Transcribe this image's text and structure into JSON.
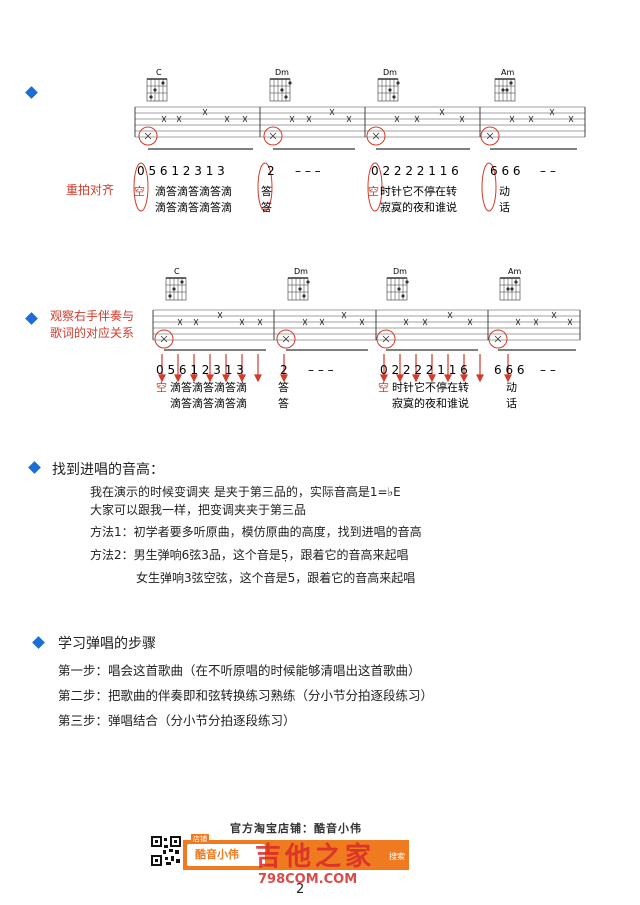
{
  "score1": {
    "annotation": "重拍对齐",
    "chords": [
      "C",
      "Dm",
      "Dm",
      "Am"
    ],
    "notes": [
      "0 5 6 1 2 3 1 3",
      "2",
      "– – –",
      "0 2 2 2 2 1 1 6",
      "6 6 6",
      "– –"
    ],
    "lyrics_line1": [
      "空",
      "滴答滴答滴答滴",
      "答",
      "空",
      "时针它不停在转",
      "动"
    ],
    "lyrics_line2": [
      "滴答滴答滴答滴",
      "答",
      "寂寞的夜和谁说",
      "话"
    ]
  },
  "score2": {
    "annotation_line1": "观察右手伴奏与",
    "annotation_line2": "歌词的对应关系",
    "chords": [
      "C",
      "Dm",
      "Dm",
      "Am"
    ],
    "notes": [
      "0 5 6 1 2 3 1 3",
      "2",
      "– – –",
      "0 2 2 2 2 1 1 6",
      "6 6 6",
      "– –"
    ],
    "lyrics_line1": [
      "空",
      "滴答滴答滴答滴",
      "答",
      "空",
      "时针它不停在转",
      "动"
    ],
    "lyrics_line2": [
      "滴答滴答滴答滴",
      "答",
      "寂寞的夜和谁说",
      "话"
    ]
  },
  "section1": {
    "title": "找到进唱的音高：",
    "lines": [
      "我在演示的时候变调夹  是夹于第三品的，实际音高是1=♭E",
      "大家可以跟我一样，把变调夹夹于第三品",
      "方法1：初学者要多听原曲，模仿原曲的高度，找到进唱的音高",
      "方法2：男生弹响6弦3品，这个音是5̣，跟着它的音高来起唱",
      "女生弹响3弦空弦，这个音是5，跟着它的音高来起唱"
    ]
  },
  "section2": {
    "title": "学习弹唱的步骤",
    "steps": [
      "第一步：唱会这首歌曲（在不听原唱的时候能够清唱出这首歌曲）",
      "第二步：把歌曲的伴奏即和弦转换练习熟练（分小节分拍逐段练习）",
      "第三步：弹唱结合（分小节分拍逐段练习）"
    ]
  },
  "footer": {
    "shop": "官方淘宝店铺：酷音小伟",
    "brand": "酷音小伟",
    "tag": "店铺",
    "search": "搜索",
    "watermark": "吉他之家",
    "url": "798COM.COM",
    "page_number": "2"
  },
  "colors": {
    "accent": "#1a6fd6",
    "red": "#d23a2a",
    "orange": "#f07a1f"
  }
}
